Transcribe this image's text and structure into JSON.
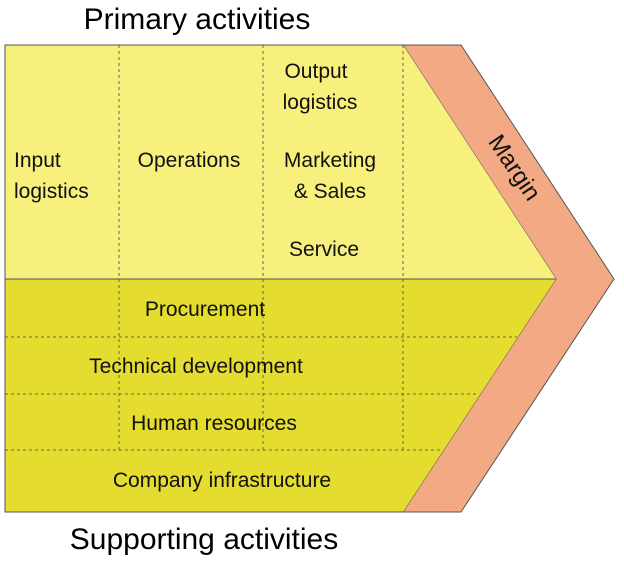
{
  "headings": {
    "top": "Primary activities",
    "bottom": "Supporting activities"
  },
  "primary": {
    "inbound": [
      "Input",
      "logistics"
    ],
    "operations": "Operations",
    "outbound": [
      "Output",
      "logistics"
    ],
    "marketing": [
      "Marketing",
      "& Sales"
    ],
    "service": "Service"
  },
  "supporting": [
    "Procurement",
    "Technical development",
    "Human resources",
    "Company infrastructure"
  ],
  "margin_label": "Margin",
  "colors": {
    "primary_fill": "#f7f07c",
    "supporting_fill": "#e4dc2e",
    "margin_fill": "#f2a984",
    "stroke": "#555555"
  }
}
